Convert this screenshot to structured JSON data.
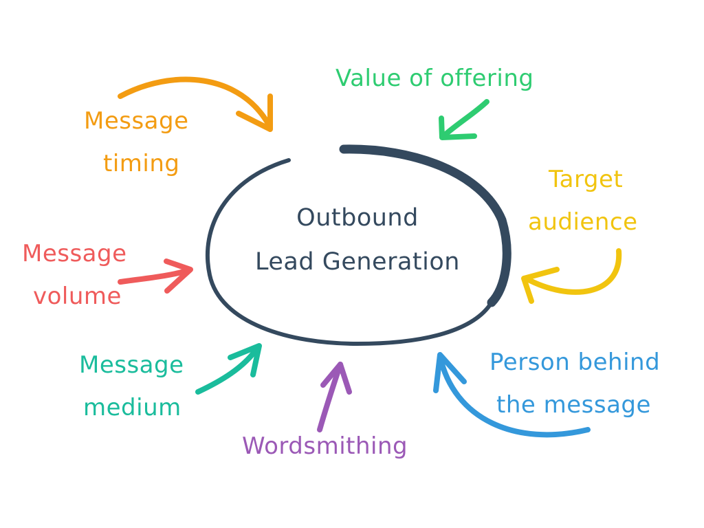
{
  "diagram": {
    "center": {
      "line1": "Outbound",
      "line2": "Lead Generation",
      "color": "#34495e"
    },
    "factors": [
      {
        "id": "message-timing",
        "lines": [
          "Message",
          "timing"
        ],
        "color": "#f39c12"
      },
      {
        "id": "value-of-offering",
        "lines": [
          "Value of offering"
        ],
        "color": "#2ecc71"
      },
      {
        "id": "target-audience",
        "lines": [
          "Target",
          "audience"
        ],
        "color": "#f1c40f"
      },
      {
        "id": "message-volume",
        "lines": [
          "Message",
          "volume"
        ],
        "color": "#ef5b5b"
      },
      {
        "id": "message-medium",
        "lines": [
          "Message",
          "medium"
        ],
        "color": "#1abc9c"
      },
      {
        "id": "wordsmithing",
        "lines": [
          "Wordsmithing"
        ],
        "color": "#9b59b6"
      },
      {
        "id": "person-behind-message",
        "lines": [
          "Person behind",
          "the message"
        ],
        "color": "#3498db"
      }
    ]
  }
}
